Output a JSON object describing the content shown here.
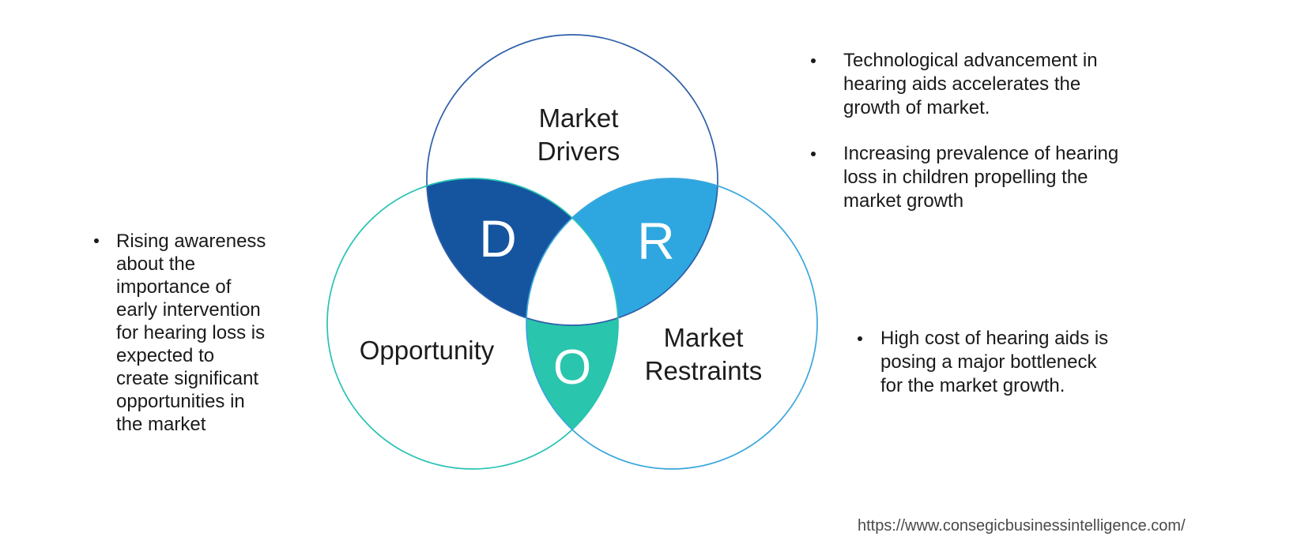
{
  "venn": {
    "drivers_label": "Market\nDrivers",
    "opportunity_label": "Opportunity",
    "restraints_label": "Market\nRestraints",
    "letter_d": "D",
    "letter_r": "R",
    "letter_o": "O",
    "colors": {
      "drivers_stroke": "#2D5FA8",
      "opportunity_stroke": "#27C3B2",
      "restraints_stroke": "#3AA6DD",
      "d_fill": "#15549F",
      "r_fill": "#2EA7E0",
      "o_fill": "#29C5AD",
      "center_fill": "#FFFFFF"
    }
  },
  "bullets": {
    "left": [
      "Rising awareness\nabout the\nimportance of\nearly intervention\nfor hearing loss is\nexpected to\ncreate significant\nopportunities in\nthe market"
    ],
    "right_top": [
      "Technological advancement in\nhearing aids accelerates the\ngrowth of market.",
      "Increasing prevalence of hearing\nloss in children propelling the\nmarket growth"
    ],
    "right_bottom": [
      "High cost of hearing aids is\nposing a major bottleneck\nfor the market growth."
    ]
  },
  "footer": {
    "url": "https://www.consegicbusinessintelligence.com/"
  }
}
